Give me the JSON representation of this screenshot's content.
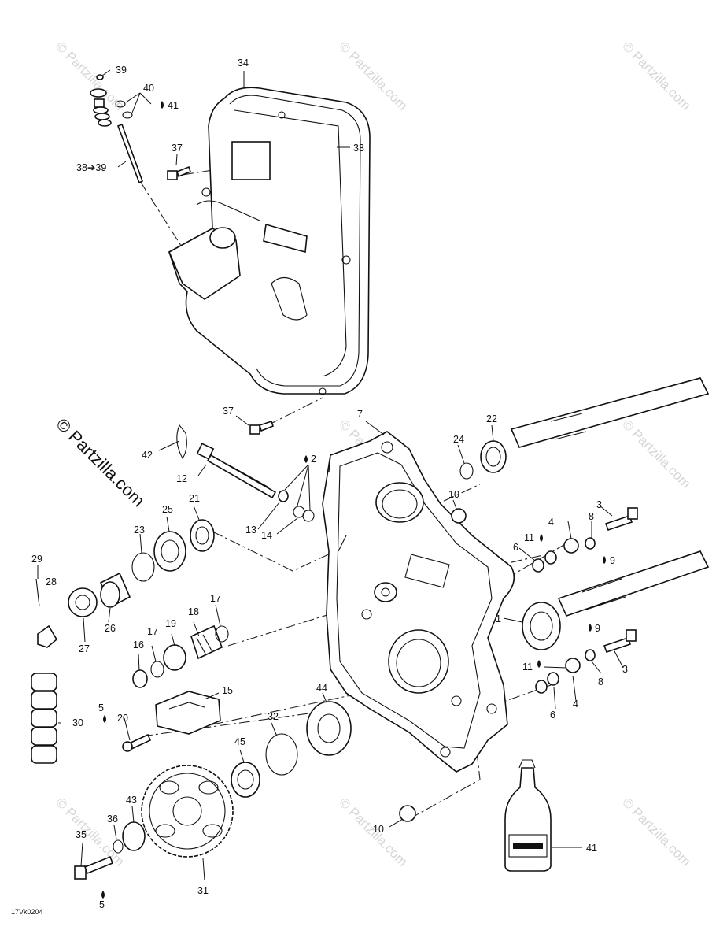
{
  "diagram": {
    "drawing_code": "17Vk0204",
    "watermark": "© Partzilla.com",
    "callouts": {
      "c1": "1",
      "c2": "2",
      "c3a": "3",
      "c3b": "3",
      "c4a": "4",
      "c4b": "4",
      "c5a": "5",
      "c5b": "5",
      "c6a": "6",
      "c6b": "6",
      "c7": "7",
      "c8a": "8",
      "c8b": "8",
      "c9a": "9",
      "c9b": "9",
      "c10a": "10",
      "c10b": "10",
      "c11a": "11",
      "c11b": "11",
      "c12": "12",
      "c13": "13",
      "c14": "14",
      "c15": "15",
      "c16": "16",
      "c17a": "17",
      "c17b": "17",
      "c18": "18",
      "c19": "19",
      "c20": "20",
      "c21": "21",
      "c22": "22",
      "c23": "23",
      "c24": "24",
      "c25": "25",
      "c26": "26",
      "c27": "27",
      "c28": "28",
      "c29": "29",
      "c30": "30",
      "c31": "31",
      "c32": "32",
      "c33": "33",
      "c34": "34",
      "c35": "35",
      "c36": "36",
      "c37a": "37",
      "c37b": "37",
      "c38": "38➔39",
      "c39": "39",
      "c40": "40",
      "c41a": "41",
      "c41b": "41",
      "c43": "43",
      "c44": "44",
      "c45": "45",
      "c42": "42"
    }
  }
}
